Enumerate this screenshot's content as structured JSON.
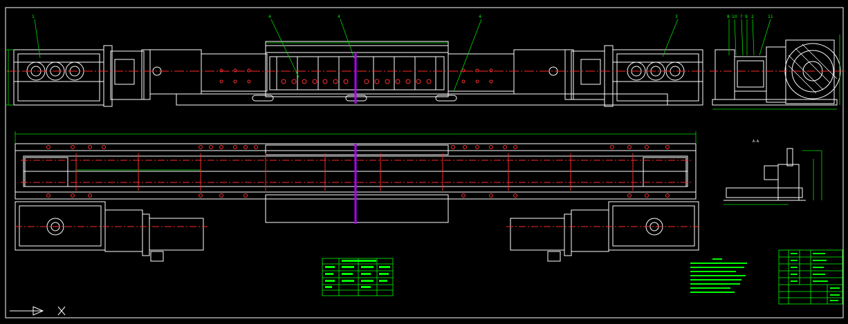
{
  "drawing": {
    "background": "#000000",
    "colors": {
      "frame": "#ffffff",
      "outline": "#ffffff",
      "centerline": "#ff2a2a",
      "dimension": "#00e000",
      "cut_line": "#b000ff",
      "table": "#00ff00",
      "note_text": "#00ff00",
      "bolt": "#ff3030"
    },
    "balloons": [
      "1",
      "4",
      "4",
      "4",
      "3",
      "8",
      "10",
      "7",
      "9",
      "2",
      "11"
    ],
    "section_label": "A-A",
    "ucs_icon": "ucs-icon"
  }
}
